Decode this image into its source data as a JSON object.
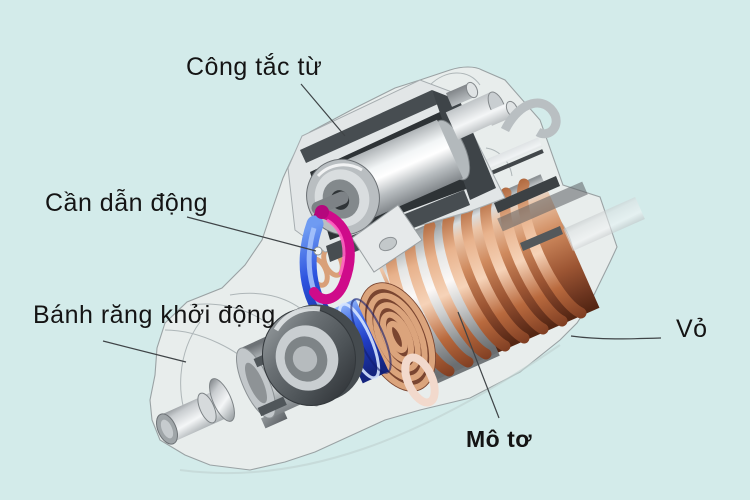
{
  "figure": {
    "type": "cutaway-diagram",
    "subject": "starter-motor",
    "labels": {
      "solenoid": "Công tắc từ",
      "drive_lever": "Cần dẫn động",
      "pinion_gear": "Bánh răng khởi động",
      "housing": "Vỏ",
      "motor": "Mô tơ"
    },
    "colors": {
      "background": "#d3ebea",
      "label_text": "#141414",
      "leader_line": "#3f4447",
      "ghost_fill": "#e9edec",
      "ghost_line": "#9aa2a4",
      "copper_winding": "#c9805a",
      "copper_dark": "#6e3620",
      "lever_blue": "#2e55e0",
      "fork_magenta": "#cf0b8a",
      "metal_light": "#eef1f2",
      "metal_dark": "#55595c"
    }
  }
}
